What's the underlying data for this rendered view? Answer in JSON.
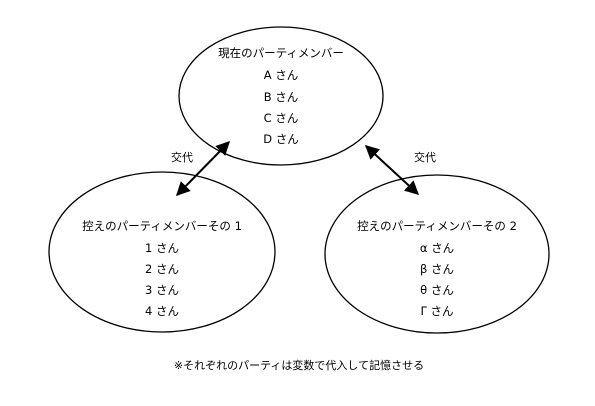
{
  "current_party": {
    "title": "現在のパーティメンバー",
    "members": [
      "A さん",
      "B さん",
      "C さん",
      "D さん"
    ]
  },
  "reserve_party_1": {
    "title": "控えのパーティメンバーその 1",
    "members": [
      "1 さん",
      "2 さん",
      "3 さん",
      "4 さん"
    ]
  },
  "reserve_party_2": {
    "title": "控えのパーティメンバーその 2",
    "members": [
      "α さん",
      "β さん",
      "θ さん",
      "Γ さん"
    ]
  },
  "swap_label_left": "交代",
  "swap_label_right": "交代",
  "footnote": "※それぞれのパーティは変数で代入して記憶させる"
}
